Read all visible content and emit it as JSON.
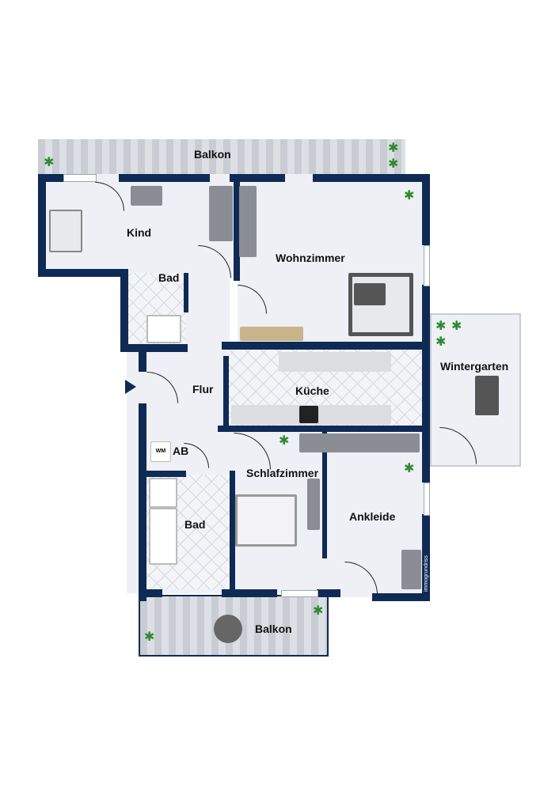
{
  "rooms": {
    "balkon_top": "Balkon",
    "kind": "Kind",
    "bad_top": "Bad",
    "wohnzimmer": "Wohnzimmer",
    "flur": "Flur",
    "kueche": "Küche",
    "wintergarten": "Wintergarten",
    "wm": "WM",
    "ab": "AB",
    "bad_bottom": "Bad",
    "schlafzimmer": "Schlafzimmer",
    "ankleide": "Ankleide",
    "balkon_bottom": "Balkon"
  },
  "watermark": "immogrundriss",
  "colors": {
    "wall": "#0f2a55",
    "floor": "#eef0f5"
  }
}
